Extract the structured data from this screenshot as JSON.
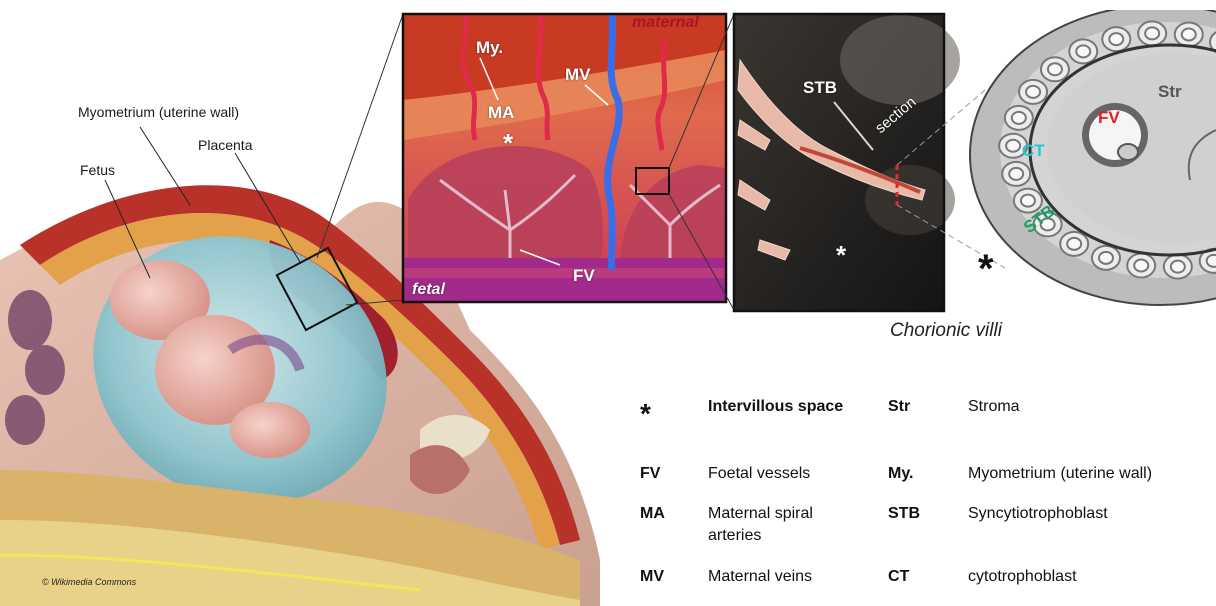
{
  "colors": {
    "myometrium": "#b8322a",
    "placenta": "#c0404a",
    "fetus": "#e9b9b0",
    "amnion": "#9fd0d8",
    "maternal_red": "#c1272d",
    "vein_blue": "#3a6ee8",
    "ct_cyan": "#22c6d9",
    "stb_green": "#1aa063",
    "stroma_grey": "#d9d9d9"
  },
  "overview": {
    "label_myometrium": "Myometrium (uterine wall)",
    "label_placenta": "Placenta",
    "label_fetus": "Fetus",
    "credit": "© Wikimedia Commons"
  },
  "inset1": {
    "maternal": "maternal",
    "fetal": "fetal",
    "my": "My.",
    "ma": "MA",
    "mv": "MV",
    "fv": "FV",
    "star": "*"
  },
  "inset2": {
    "stb": "STB",
    "section": "section",
    "star": "*"
  },
  "cross_section": {
    "str": "Str",
    "fv": "FV",
    "ct": "CT",
    "stb": "STB",
    "star": "*"
  },
  "caption": "Chorionic villi",
  "legend": [
    {
      "sym": "*",
      "text": "Intervillous space",
      "bold": true
    },
    {
      "sym": "Str",
      "text": "Stroma"
    },
    {
      "sym": "FV",
      "text": "Foetal vessels"
    },
    {
      "sym": "My.",
      "text": "Myometrium (uterine wall)"
    },
    {
      "sym": "MA",
      "text": "Maternal spiral arteries"
    },
    {
      "sym": "STB",
      "text": "Syncytiotrophoblast"
    },
    {
      "sym": "MV",
      "text": "Maternal veins"
    },
    {
      "sym": "CT",
      "text": "cytotrophoblast"
    }
  ]
}
